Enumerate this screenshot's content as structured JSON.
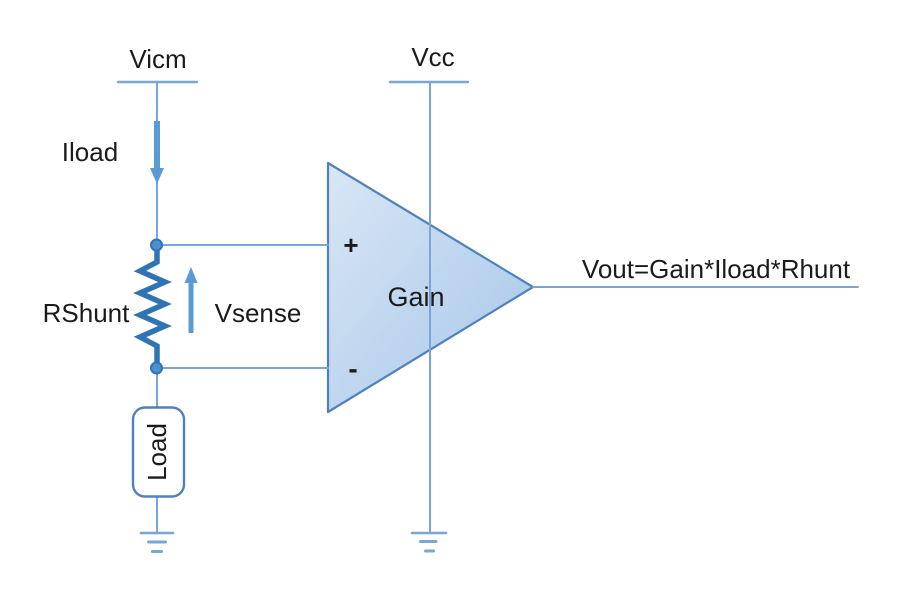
{
  "diagram": {
    "type": "circuit-schematic",
    "subject": "current-sense-amplifier",
    "labels": {
      "vicm": "Vicm",
      "vcc": "Vcc",
      "iload": "Iload",
      "rshunt": "RShunt",
      "vsense": "Vsense",
      "gain": "Gain",
      "plus": "+",
      "minus": "-",
      "load": "Load",
      "vout_equation": "Vout=Gain*Iload*Rhunt"
    },
    "components": {
      "opamp": "triangle amplifier symbol with non-inverting (+) top input, inverting (-) bottom input, Vcc supply rail and ground",
      "shunt_resistor": "zigzag resistor between + and - sense nodes",
      "load_box": "rounded rectangle labeled Load in series to ground",
      "grounds": "two three-bar ground symbols",
      "iload_arrow": "downward current arrow from Vicm rail",
      "vsense_arrow": "upward voltage sense arrow across RShunt"
    },
    "colors": {
      "background": "#FFFFFF",
      "wire": "#7AA5D8",
      "arrow": "#5B9BD5",
      "resistor": "#2E74B5",
      "node_fill": "#4D8FD1",
      "node_stroke": "#2E74B5",
      "opamp_border": "#4F81BD",
      "opamp_fill_light": "#D9E6F5",
      "opamp_fill_dark": "#A6C6E9",
      "box_border": "#4F81BD",
      "text": "#1B1B1B"
    }
  }
}
